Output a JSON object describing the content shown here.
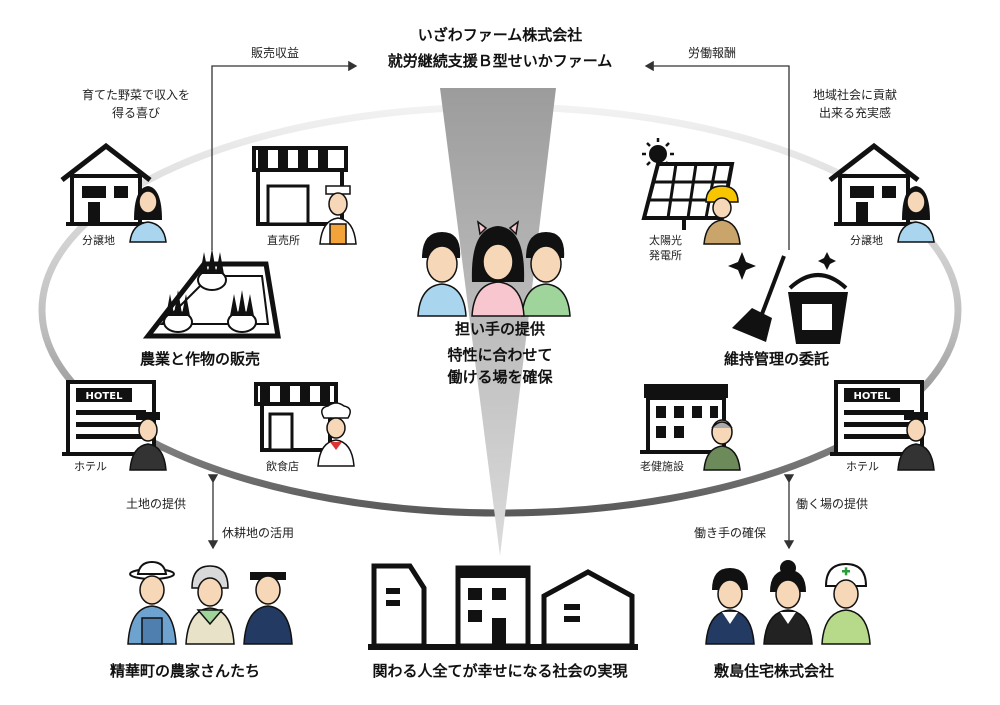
{
  "company": {
    "line1": "いざわファーム株式会社",
    "line2": "就労継続支援Ｂ型せいかファーム"
  },
  "flows": {
    "sales_revenue": "販売収益",
    "labor_pay": "労働報酬",
    "joy_line1": "育てた野菜で収入を",
    "joy_line2": "得る喜び",
    "fulfill_line1": "地域社会に貢献",
    "fulfill_line2": "出来る充実感",
    "land_provide": "土地の提供",
    "fallow_use": "休耕地の活用",
    "work_place": "働く場の提供",
    "worker_secure": "働き手の確保"
  },
  "nodes": {
    "residential_left": "分譲地",
    "residential_right": "分譲地",
    "direct_store": "直売所",
    "solar_line1": "太陽光",
    "solar_line2": "発電所",
    "hotel_left": "ホテル",
    "hotel_right": "ホテル",
    "restaurant": "飲食店",
    "nursing": "老健施設"
  },
  "sections": {
    "agri_sales": "農業と作物の販売",
    "maintenance": "維持管理の委託",
    "bearer_title": "担い手の提供",
    "bearer_line1": "特性に合わせて",
    "bearer_line2": "働ける場を確保"
  },
  "bottom": {
    "farmers": "精華町の農家さんたち",
    "society": "関わる人全てが幸せになる社会の実現",
    "housing": "敷島住宅株式会社"
  },
  "signs": {
    "hotel": "HOTEL"
  },
  "colors": {
    "skin": "#f6d7b8",
    "hair": "#111111",
    "shirt_blue": "#a9d6ee",
    "shirt_pink": "#f7c6cf",
    "shirt_green": "#9fd49a",
    "apron_orange": "#f2a33a",
    "helmet_yellow": "#f7c600",
    "overall_blue": "#6fa3cf",
    "navy": "#233a63",
    "gray_ring": "#9a9a9a"
  }
}
